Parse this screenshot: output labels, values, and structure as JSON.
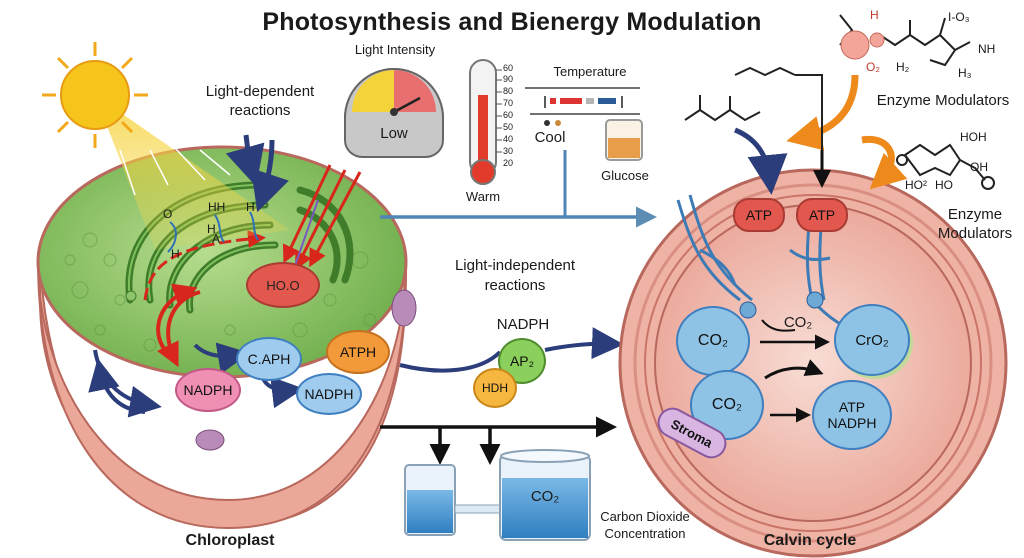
{
  "title": "Photosynthesis and Bienergy Modulation",
  "labels": {
    "light_intensity": "Light Intensity",
    "light_intensity_value": "Low",
    "light_dependent": "Light-dependent\nreactions",
    "light_independent": "Light-independent\nreactions",
    "temperature": "Temperature",
    "cool": "Cool",
    "warm": "Warm",
    "glucose": "Glucose",
    "enzyme_modulators_top": "Enzyme Modulators",
    "enzyme_modulators_right": "Enzyme\nModulators",
    "chloroplast": "Chloroplast",
    "calvin_cycle": "Calvin cycle",
    "co2_concentration": "Carbon Dioxide\nConcentration",
    "stroma": "Stroma"
  },
  "thermometer_scale": [
    "60",
    "90",
    "80",
    "70",
    "60",
    "50",
    "40",
    "30",
    "20"
  ],
  "molecules": {
    "h2o_o": "O",
    "h2o_h": "H",
    "hh": "HH",
    "h_lower": "H",
    "a": "A",
    "h_right": "H",
    "hoo": "HO.O",
    "caph": "C.APH",
    "atph": "ATPH",
    "nadph_left": "NADPH",
    "nadph_mid": "NADPH",
    "nadph_label": "NADPH",
    "ap2": "AP₂",
    "hdh": "HDH",
    "atp_1": "ATP",
    "atp_2": "ATP",
    "co2_top": "CO₂",
    "co2_arrow": "CO₂",
    "co2_bottom": "CO₂",
    "cro2": "CrO₂",
    "atp_nadph_1": "ATP",
    "atp_nadph_2": "NADPH",
    "beaker_co2": "CO₂"
  },
  "structure_labels": {
    "top_formula_1": "H",
    "top_formula_2": "I-O₃",
    "top_formula_3": "NH",
    "top_formula_4": "H₃",
    "top_formula_5": "O₂",
    "top_formula_6": "H₂",
    "side_formula_1": "HOH",
    "side_formula_2": "HO²",
    "side_formula_3": "OH",
    "side_formula_4": "HO"
  },
  "colors": {
    "chloroplast_green": "#8fc46a",
    "chloroplast_rim": "#e9a79a",
    "calvin_fill": "#f2c3b8",
    "co2_blue": "#8ec3e6",
    "arrow_navy": "#2b3d7a",
    "arrow_red": "#d8261c",
    "arrow_orange": "#ee8a1c",
    "sun_yellow": "#f6c51b"
  }
}
